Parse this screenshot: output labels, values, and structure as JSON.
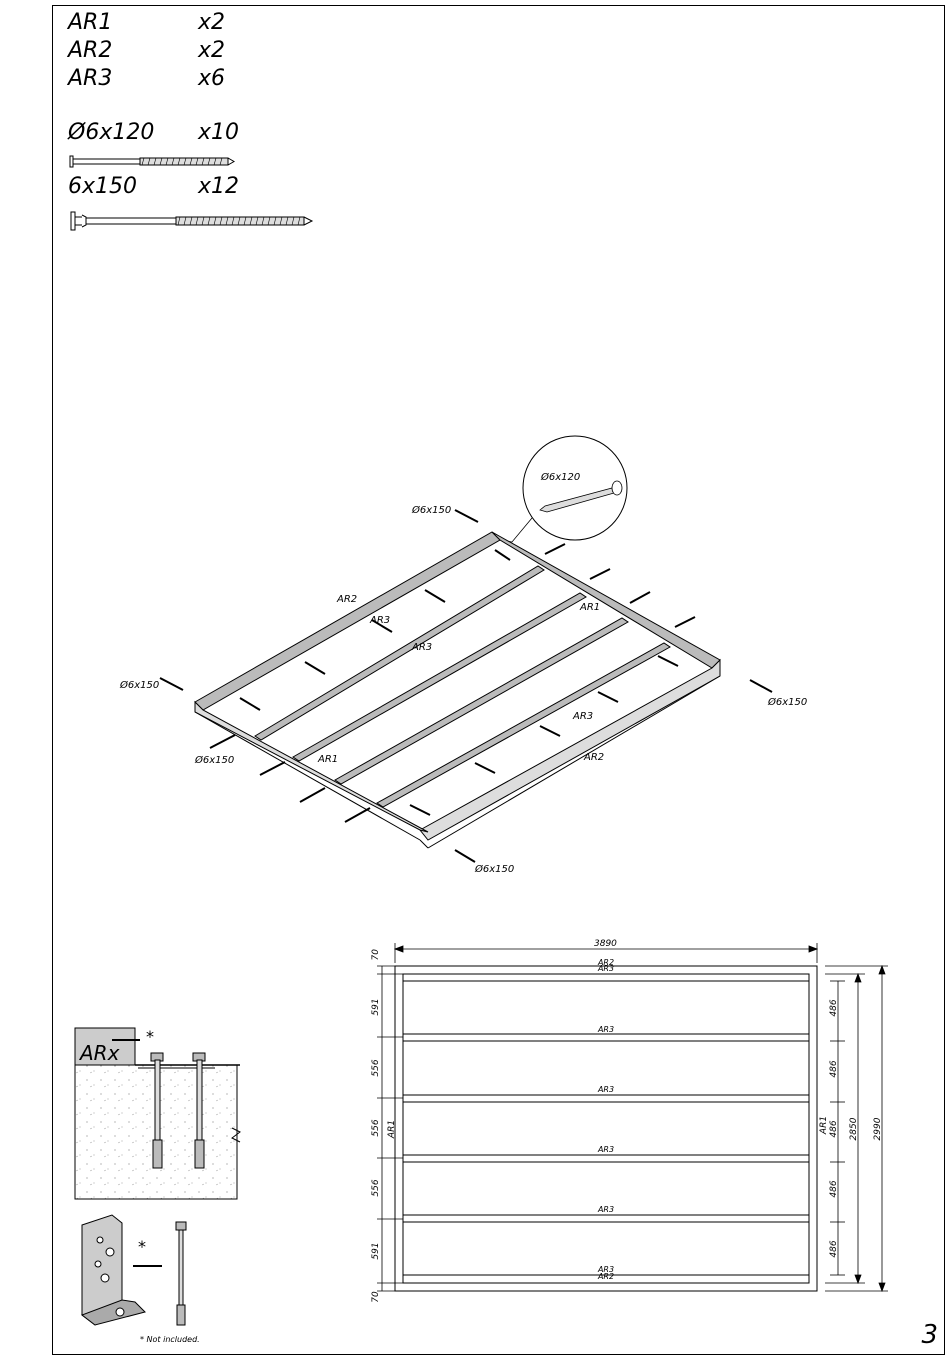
{
  "parts_list": [
    {
      "code": "AR1",
      "qty": "x2"
    },
    {
      "code": "AR2",
      "qty": "x2"
    },
    {
      "code": "AR3",
      "qty": "x6"
    }
  ],
  "screws": [
    {
      "code": "Ø6x120",
      "qty": "x10"
    },
    {
      "code": "6x150",
      "qty": "x12"
    }
  ],
  "isometric": {
    "detail_label": "Ø6x120",
    "screw_label": "Ø6x150",
    "labels": {
      "ar1": "AR1",
      "ar2": "AR2",
      "ar3": "AR3"
    }
  },
  "plan": {
    "top_width": "3890",
    "end_gap": "70",
    "left_spacings": [
      "591",
      "556",
      "556",
      "556",
      "591"
    ],
    "right_spacing": "486",
    "inner_height": "2850",
    "outer_height": "2990",
    "labels": {
      "ar1": "AR1",
      "ar2": "AR2",
      "ar3": "AR3"
    }
  },
  "anchor_detail": {
    "label": "ARx",
    "mark": "*"
  },
  "note": "* Not included.",
  "page_number": "3"
}
